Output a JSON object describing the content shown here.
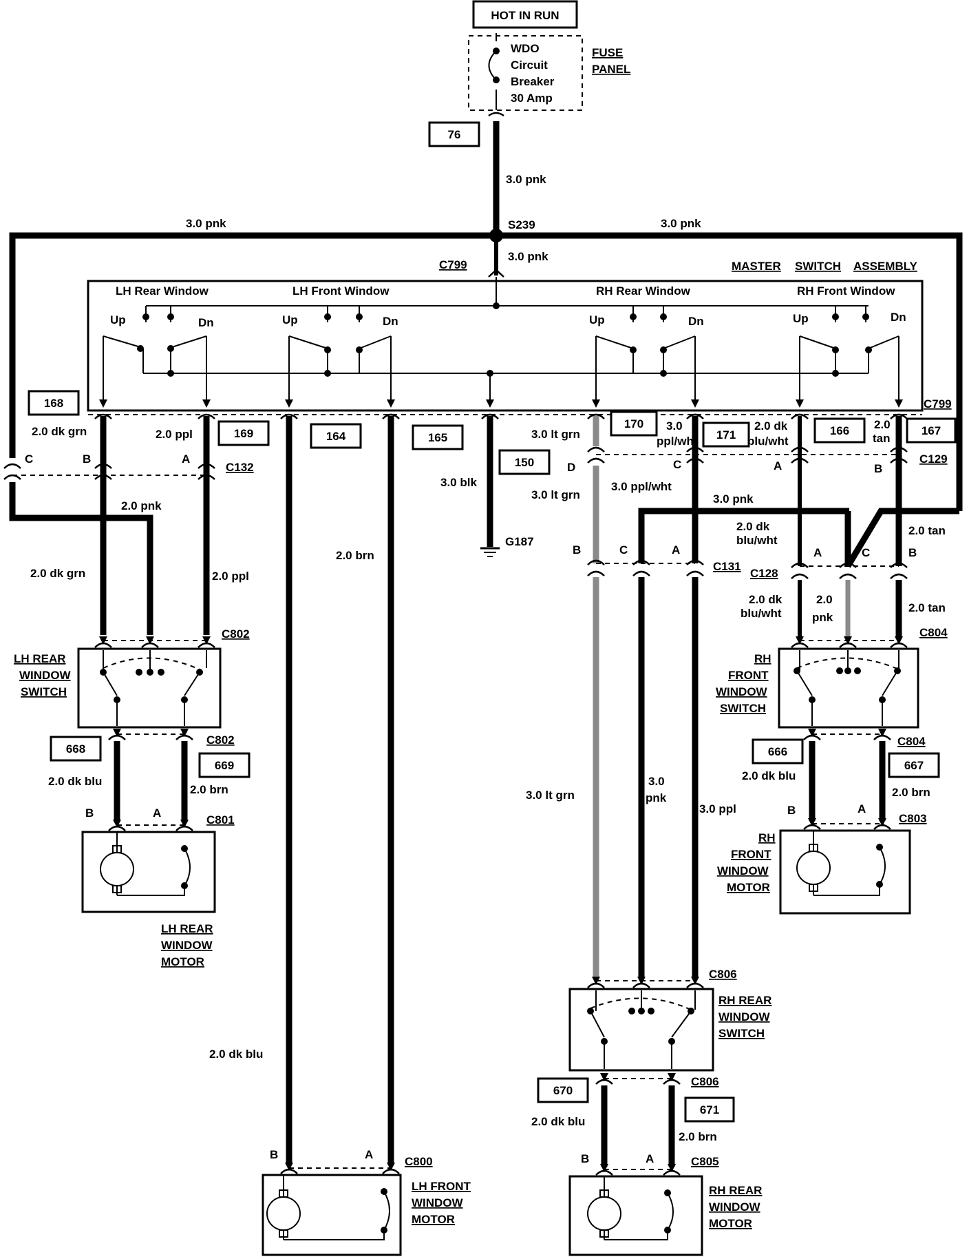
{
  "power": {
    "hot_in_run": "HOT IN RUN",
    "breaker_lines": [
      "WDO",
      "Circuit",
      "Breaker",
      "30 Amp"
    ],
    "fuse_panel": [
      "FUSE",
      "PANEL"
    ],
    "circuit_76": "76",
    "main_wire": "3.0 pnk",
    "splice": "S239",
    "left_wire": "3.0 pnk",
    "right_wire": "3.0 pnk",
    "c799_top": "C799",
    "c799_wire": "3.0 pnk"
  },
  "master": {
    "title_parts": [
      "MASTER",
      "SWITCH",
      "ASSEMBLY"
    ],
    "switches": [
      {
        "name": "LH Rear Window",
        "up": "Up",
        "dn": "Dn"
      },
      {
        "name": "LH Front Window",
        "up": "Up",
        "dn": "Dn"
      },
      {
        "name": "RH Rear Window",
        "up": "Up",
        "dn": "Dn"
      },
      {
        "name": "RH Front Window",
        "up": "Up",
        "dn": "Dn"
      }
    ],
    "connector": "C799"
  },
  "circuits": {
    "c168": "168",
    "c169": "169",
    "c164": "164",
    "c165": "165",
    "c150": "150",
    "c170": "170",
    "c171": "171",
    "c166": "166",
    "c167": "167",
    "c668": "668",
    "c669": "669",
    "c666": "666",
    "c667": "667",
    "c670": "670",
    "c671": "671"
  },
  "wires": {
    "w168": "2.0 dk grn",
    "w169": "2.0 ppl",
    "w150": "3.0 blk",
    "w170": "3.0 lt grn",
    "w171_a": "3.0",
    "w171_b": "ppl/wht",
    "w166_a": "2.0 dk",
    "w166_b": "blu/wht",
    "w167_a": "2.0",
    "w167_b": "tan",
    "lh_pnk": "2.0 pnk",
    "lh_dkgrn": "2.0 dk grn",
    "lh_ppl": "2.0 ppl",
    "lh_front_brn": "2.0 brn",
    "ground": "G187",
    "rh_ltgrn": "3.0 lt grn",
    "rh_pplwht": "3.0 ppl/wht",
    "rh_pnk": "3.0 pnk",
    "rh_blu_a": "2.0 dk",
    "rh_blu_b": "blu/wht",
    "rh_tan": "2.0 tan",
    "rf_blu_a": "2.0 dk",
    "rf_blu_b": "blu/wht",
    "rf_pnk_a": "2.0",
    "rf_pnk_b": "pnk",
    "rf_tan": "2.0 tan",
    "rr_ltgrn": "3.0 lt grn",
    "rr_pnk_a": "3.0",
    "rr_pnk_b": "pnk",
    "rr_ppl": "3.0 ppl",
    "lr_dkblu": "2.0 dk blu",
    "lr_brn": "2.0 brn",
    "lf_dkblu": "2.0 dk blu",
    "rf_dkblu": "2.0 dk blu",
    "rf_brn": "2.0 brn",
    "rr_dkblu": "2.0 dk blu",
    "rr_brn": "2.0 brn"
  },
  "connectors": {
    "c132": "C132",
    "c129": "C129",
    "c131": "C131",
    "c128": "C128",
    "c802a": "C802",
    "c802b": "C802",
    "c801": "C801",
    "c804a": "C804",
    "c804b": "C804",
    "c803": "C803",
    "c806a": "C806",
    "c806b": "C806",
    "c805": "C805",
    "c800": "C800"
  },
  "pins": {
    "C": "C",
    "B": "B",
    "A": "A",
    "D": "D"
  },
  "components": {
    "lh_rear_switch": [
      "LH REAR",
      "WINDOW",
      "SWITCH"
    ],
    "lh_rear_motor": [
      "LH REAR",
      "WINDOW",
      "MOTOR"
    ],
    "lh_front_motor": [
      "LH FRONT",
      "WINDOW",
      "MOTOR"
    ],
    "rh_front_switch": [
      "RH",
      "FRONT",
      "WINDOW",
      "SWITCH"
    ],
    "rh_front_motor": [
      "RH",
      "FRONT",
      "WINDOW",
      "MOTOR"
    ],
    "rh_rear_switch": [
      "RH REAR",
      "WINDOW",
      "SWITCH"
    ],
    "rh_rear_motor": [
      "RH REAR",
      "WINDOW",
      "MOTOR"
    ]
  }
}
